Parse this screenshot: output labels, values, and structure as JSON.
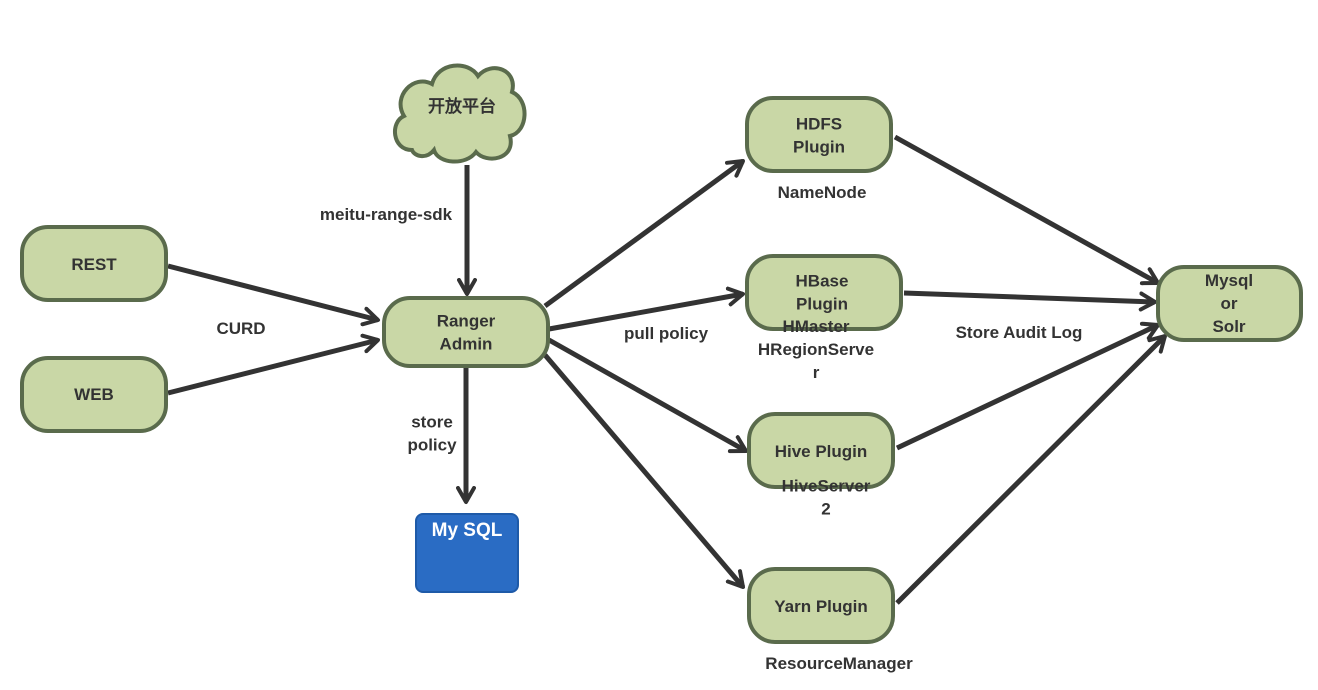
{
  "nodes": {
    "cloud": {
      "lines": [
        "开放平台"
      ]
    },
    "rest": {
      "lines": [
        "REST"
      ]
    },
    "web": {
      "lines": [
        "WEB"
      ]
    },
    "ranger": {
      "lines": [
        "Ranger",
        "Admin"
      ]
    },
    "mysql_db": {
      "lines": [
        "My SQL"
      ]
    },
    "hdfs": {
      "lines": [
        "HDFS",
        "Plugin"
      ]
    },
    "hbase": {
      "lines": [
        "HBase",
        "Plugin"
      ]
    },
    "hive": {
      "lines": [
        "Hive Plugin"
      ]
    },
    "yarn": {
      "lines": [
        "Yarn Plugin"
      ]
    },
    "store": {
      "lines": [
        "Mysql",
        "or",
        "Solr"
      ]
    }
  },
  "edge_labels": {
    "sdk": [
      "meitu-range-sdk"
    ],
    "curd": [
      "CURD"
    ],
    "store_policy": [
      "store",
      "policy"
    ],
    "pull_policy": [
      "pull policy"
    ],
    "audit": [
      "Store Audit Log"
    ]
  },
  "captions": {
    "namenode": [
      "NameNode"
    ],
    "hmaster": [
      "HMaster",
      "HRegionServe",
      "r"
    ],
    "hiveserver": [
      "HiveServer",
      "2"
    ],
    "resourcemanager": [
      "ResourceManager"
    ]
  },
  "colors": {
    "node_fill": "#c9d7a6",
    "node_stroke": "#5a6b4c",
    "db_fill": "#2a6cc4",
    "edge": "#333333",
    "text": "#333333"
  }
}
